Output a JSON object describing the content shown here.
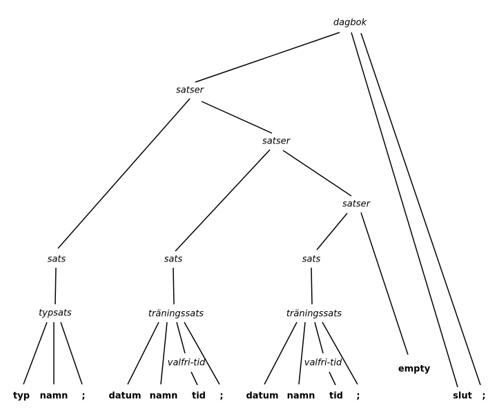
{
  "diagram": {
    "kind": "parse-tree",
    "background_color": "#ffffff",
    "line_color": "#000000",
    "text_color": "#000000"
  },
  "nodes": {
    "dagbok": "dagbok",
    "satser1": "satser",
    "satser2": "satser",
    "satser3": "satser",
    "sats1": "sats",
    "sats2": "sats",
    "sats3": "sats",
    "typsats": "typsats",
    "traningssats1": "träningssats",
    "traningssats2": "träningssats",
    "valfritid1": "valfri-tid",
    "valfritid2": "valfri-tid",
    "empty": "empty",
    "typ": "typ",
    "namn1": "namn",
    "semicolon1": ";",
    "datum1": "datum",
    "namn2": "namn",
    "tid1": "tid",
    "semicolon2": ";",
    "datum2": "datum",
    "namn3": "namn",
    "tid2": "tid",
    "semicolon3": ";",
    "slut": "slut",
    "semicolon4": ";"
  },
  "edges": [
    {
      "from": "dagbok",
      "to": "satser1"
    },
    {
      "from": "dagbok",
      "to": "slut"
    },
    {
      "from": "dagbok",
      "to": "semicolon4"
    },
    {
      "from": "satser1",
      "to": "sats1"
    },
    {
      "from": "satser1",
      "to": "satser2"
    },
    {
      "from": "satser2",
      "to": "sats2"
    },
    {
      "from": "satser2",
      "to": "satser3"
    },
    {
      "from": "satser3",
      "to": "sats3"
    },
    {
      "from": "satser3",
      "to": "empty"
    },
    {
      "from": "sats1",
      "to": "typsats"
    },
    {
      "from": "sats2",
      "to": "traningssats1"
    },
    {
      "from": "sats3",
      "to": "traningssats2"
    },
    {
      "from": "typsats",
      "to": "typ"
    },
    {
      "from": "typsats",
      "to": "namn1"
    },
    {
      "from": "typsats",
      "to": "semicolon1"
    },
    {
      "from": "traningssats1",
      "to": "datum1"
    },
    {
      "from": "traningssats1",
      "to": "namn2"
    },
    {
      "from": "traningssats1",
      "to": "valfritid1"
    },
    {
      "from": "traningssats1",
      "to": "semicolon2"
    },
    {
      "from": "valfritid1",
      "to": "tid1"
    },
    {
      "from": "traningssats2",
      "to": "datum2"
    },
    {
      "from": "traningssats2",
      "to": "namn3"
    },
    {
      "from": "traningssats2",
      "to": "valfritid2"
    },
    {
      "from": "traningssats2",
      "to": "semicolon3"
    },
    {
      "from": "valfritid2",
      "to": "tid2"
    }
  ]
}
